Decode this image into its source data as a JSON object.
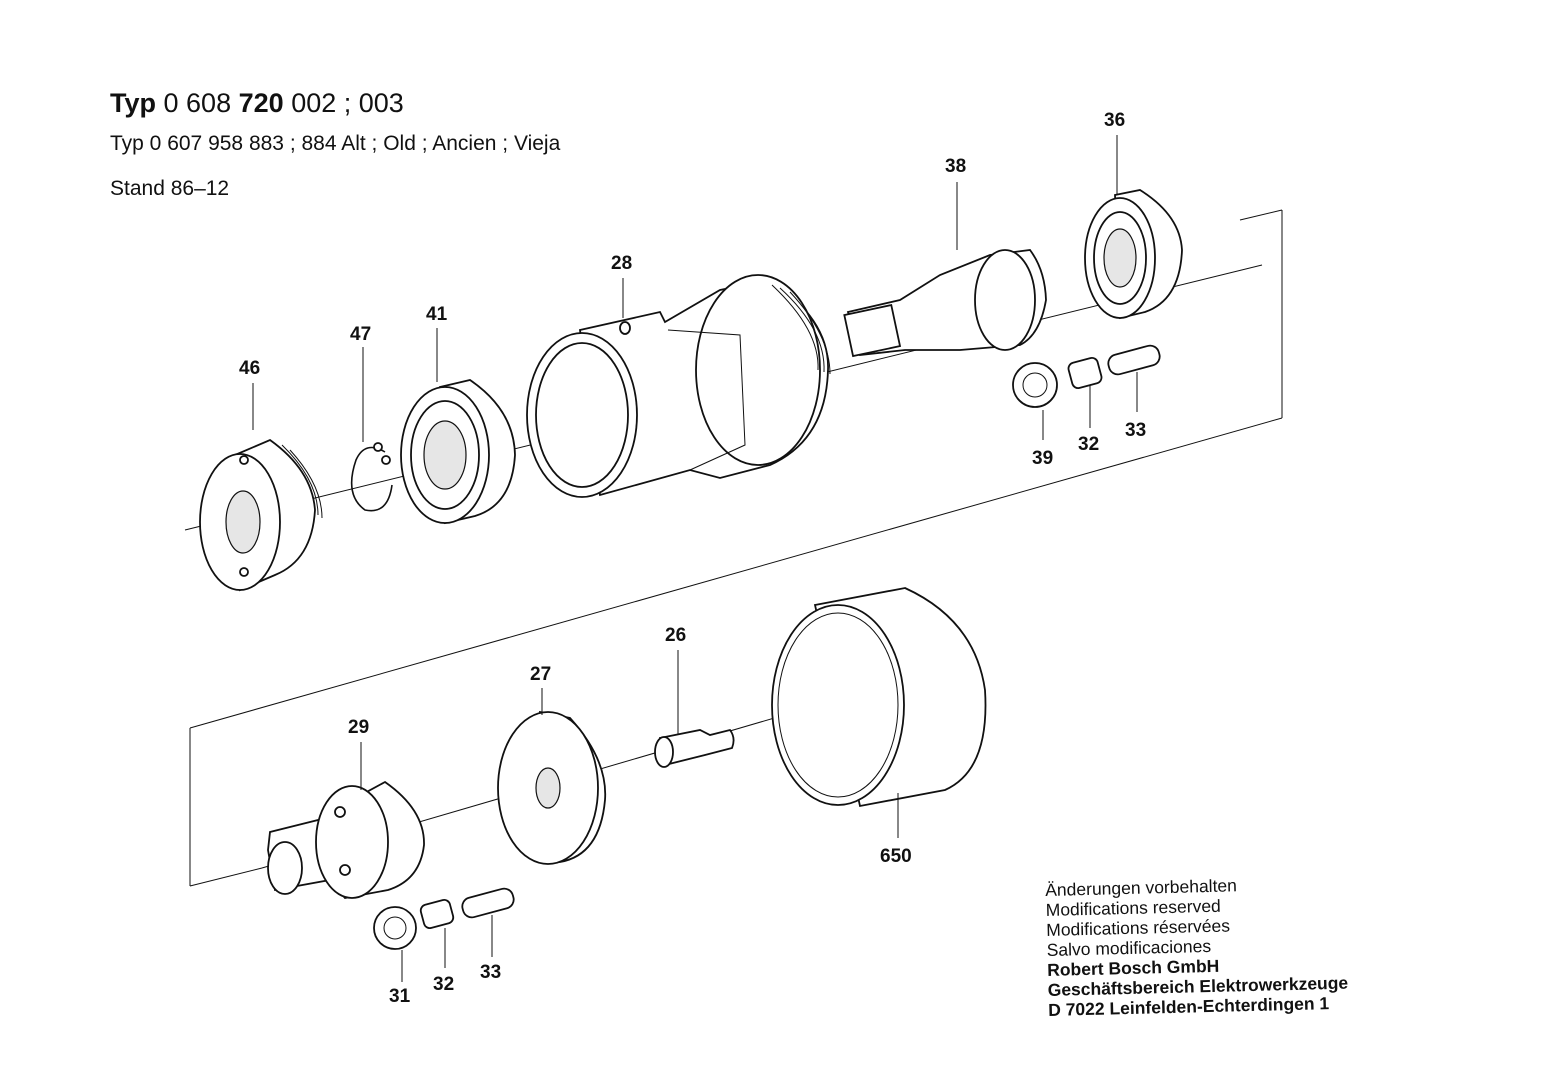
{
  "header": {
    "typ_word": "Typ",
    "typ_number": "0 608",
    "typ_number_bold": "720",
    "typ_variants": "002 ; 003",
    "old_type_line": "Typ 0 607 958 883 ; 884  Alt ; Old ; Ancien ; Vieja",
    "stand_line": "Stand  86–12"
  },
  "part_labels": [
    {
      "id": "46",
      "text": "46"
    },
    {
      "id": "47",
      "text": "47"
    },
    {
      "id": "41",
      "text": "41"
    },
    {
      "id": "28",
      "text": "28"
    },
    {
      "id": "38",
      "text": "38"
    },
    {
      "id": "36",
      "text": "36"
    },
    {
      "id": "39",
      "text": "39"
    },
    {
      "id": "32a",
      "text": "32"
    },
    {
      "id": "33a",
      "text": "33"
    },
    {
      "id": "29",
      "text": "29"
    },
    {
      "id": "27",
      "text": "27"
    },
    {
      "id": "26",
      "text": "26"
    },
    {
      "id": "650",
      "text": "650"
    },
    {
      "id": "31",
      "text": "31"
    },
    {
      "id": "32b",
      "text": "32"
    },
    {
      "id": "33b",
      "text": "33"
    }
  ],
  "footer": {
    "lines": [
      "Änderungen vorbehalten",
      "Modifications reserved",
      "Modifications réservées",
      "Salvo modificaciones"
    ],
    "company": [
      "Robert Bosch GmbH",
      "Geschäftsbereich Elektrowerkzeuge",
      "D 7022 Leinfelden-Echterdingen 1"
    ]
  }
}
